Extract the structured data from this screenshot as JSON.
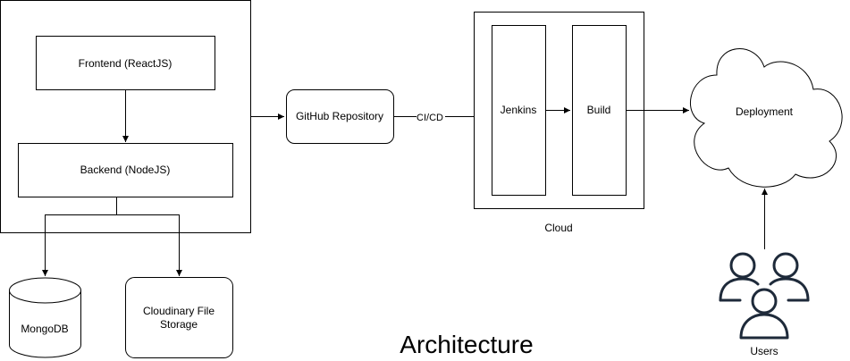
{
  "title": "Architecture",
  "nodes": {
    "frontend": "Frontend (ReactJS)",
    "backend": "Backend (NodeJS)",
    "github": "GitHub Repository",
    "jenkins": "Jenkins",
    "build": "Build",
    "cloud": "Cloud",
    "deployment": "Deployment",
    "mongodb": "MongoDB",
    "cloudinary_line1": "Cloudinary File",
    "cloudinary_line2": "Storage",
    "users": "Users"
  },
  "edges": {
    "cicd": "CI/CD"
  },
  "icons": {
    "users": "users-icon",
    "database": "database-icon",
    "cloud": "cloud-shape"
  }
}
